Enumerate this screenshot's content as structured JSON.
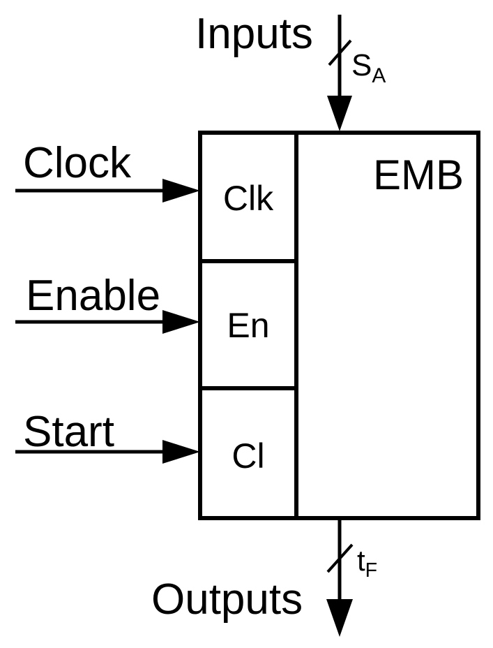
{
  "diagram": {
    "colors": {
      "stroke": "#000000",
      "background": "#ffffff"
    },
    "block": {
      "title": "EMB",
      "ports": {
        "clk": "Clk",
        "en": "En",
        "cl": "Cl"
      }
    },
    "io": {
      "inputs_label": "Inputs",
      "input_bus": {
        "base": "S",
        "subscript": "A"
      },
      "outputs_label": "Outputs",
      "output_bus": {
        "base": "t",
        "subscript": "F"
      }
    },
    "control_signals": [
      {
        "label": "Clock"
      },
      {
        "label": "Enable"
      },
      {
        "label": "Start"
      }
    ]
  }
}
